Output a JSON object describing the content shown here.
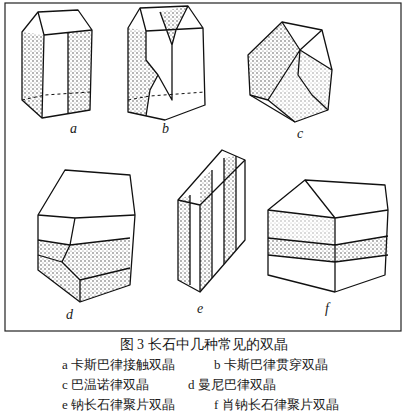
{
  "diagram": {
    "caption": "图 3 长石中几种常见的双晶",
    "labels": [
      "a",
      "b",
      "c",
      "d",
      "e",
      "f",
      "a 卡斯巴律接触双晶",
      "b 卡斯巴律贯穿双晶",
      "c 巴温诺律双晶",
      "d 曼尼巴律双晶",
      "e 钠长石律聚片双晶",
      "f 肖钠长石律聚片双晶"
    ]
  }
}
